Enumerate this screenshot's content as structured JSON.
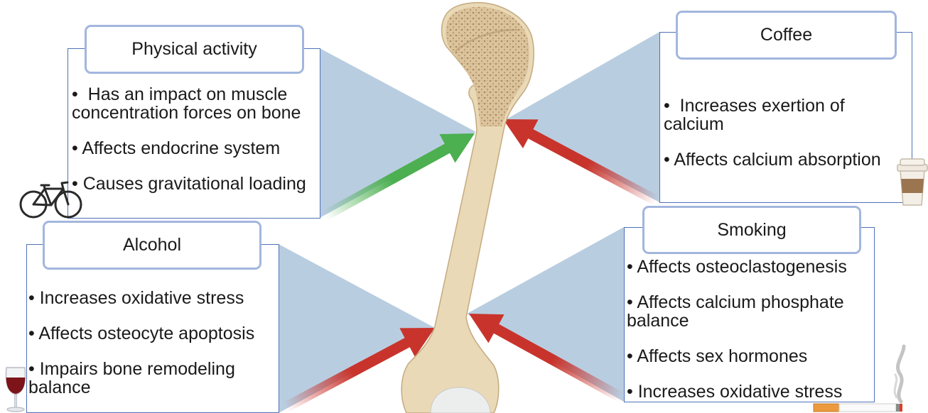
{
  "diagram": {
    "factors": [
      {
        "title": "Physical activity",
        "bullets": [
          "•  Has an impact on muscle concentration forces on bone",
          "• Affects endocrine system",
          "• Causes gravitational loading"
        ],
        "icon": "bicycle-icon",
        "arrow_color": "#4caf50"
      },
      {
        "title": "Coffee",
        "bullets": [
          "•  Increases exertion of calcium",
          "• Affects calcium absorption"
        ],
        "icon": "coffee-cup-icon",
        "arrow_color": "#c8342c"
      },
      {
        "title": "Alcohol",
        "bullets": [
          "• Increases oxidative stress",
          "• Affects osteocyte apoptosis",
          "• Impairs bone remodeling balance"
        ],
        "icon": "wine-glass-icon",
        "arrow_color": "#c8342c"
      },
      {
        "title": "Smoking",
        "bullets": [
          "• Affects osteoclastogenesis",
          "• Affects calcium phosphate balance",
          "• Affects sex hormones",
          "• Increases oxidative stress"
        ],
        "icon": "cigarette-icon",
        "arrow_color": "#c8342c"
      }
    ],
    "center_icon": "femur-bone-icon"
  },
  "colors": {
    "wedge": "#b9cde0",
    "panel_border": "#4f72b8",
    "title_border": "#a2b6de",
    "bone": "#ead9b6",
    "spongy_bone": "#dcc49c"
  }
}
